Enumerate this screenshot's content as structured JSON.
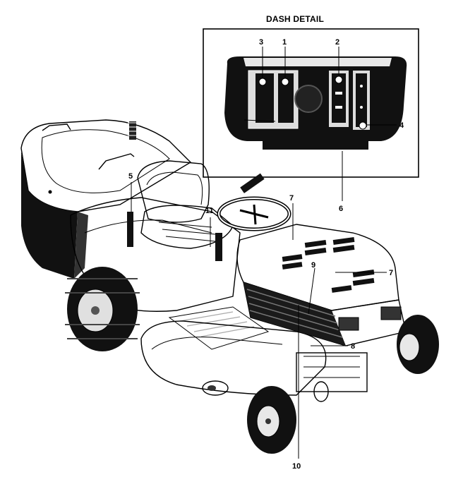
{
  "figure": {
    "inset_title": "DASH DETAIL",
    "callouts": [
      {
        "id": "c1",
        "label": "1"
      },
      {
        "id": "c2",
        "label": "2"
      },
      {
        "id": "c3",
        "label": "3"
      },
      {
        "id": "c4",
        "label": "4"
      },
      {
        "id": "c5",
        "label": "5"
      },
      {
        "id": "c6",
        "label": "6"
      },
      {
        "id": "c7a",
        "label": "7"
      },
      {
        "id": "c7b",
        "label": "7"
      },
      {
        "id": "c8",
        "label": "8"
      },
      {
        "id": "c9",
        "label": "9"
      },
      {
        "id": "c10",
        "label": "10"
      },
      {
        "id": "c11",
        "label": "11"
      }
    ]
  }
}
